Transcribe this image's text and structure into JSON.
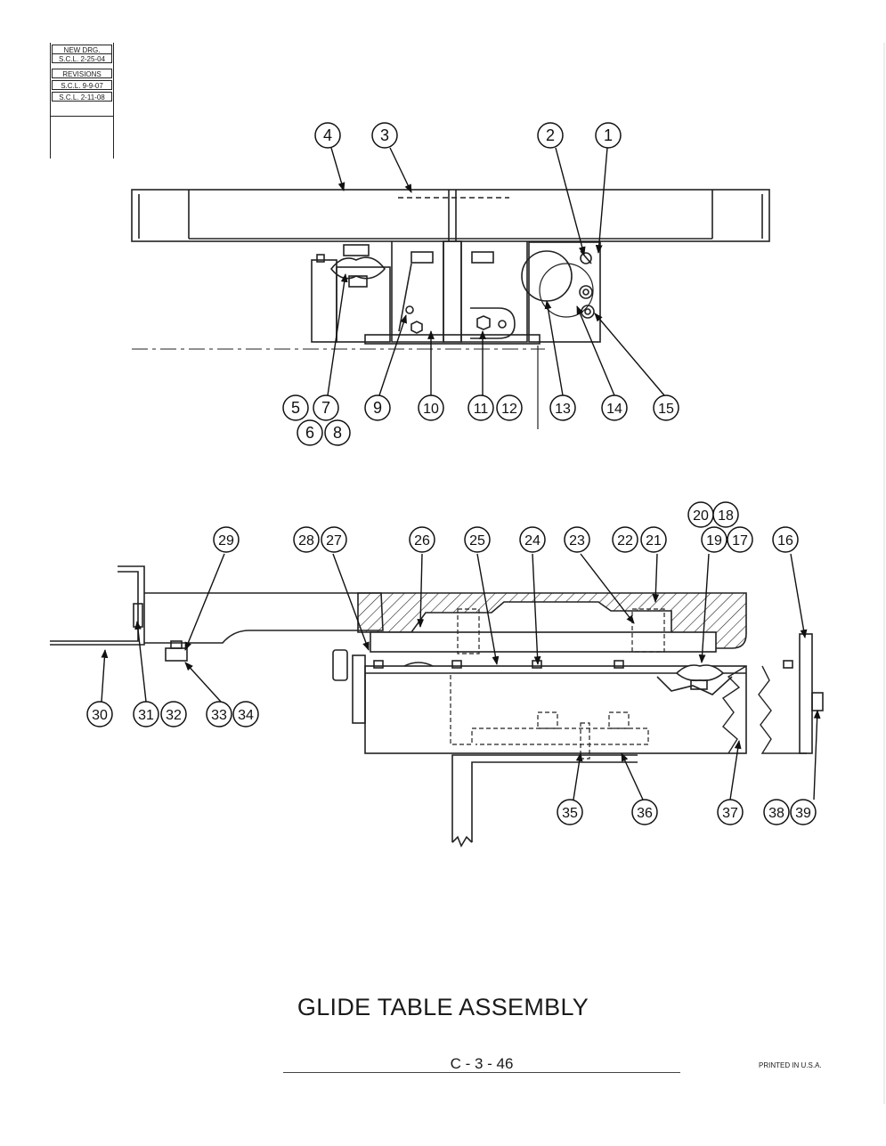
{
  "revisions": {
    "new_drg": "NEW DRG.",
    "new_drg_date": "S.C.L. 2-25-04",
    "header": "REVISIONS",
    "rev1": "S.C.L. 9-9-07",
    "rev2": "S.C.L. 2-11-08"
  },
  "top_view_callouts": [
    "4",
    "3",
    "2",
    "1",
    "5",
    "7",
    "6",
    "8",
    "9",
    "10",
    "11",
    "12",
    "13",
    "14",
    "15"
  ],
  "bottom_view_callouts": [
    "20",
    "18",
    "29",
    "28",
    "27",
    "26",
    "25",
    "24",
    "23",
    "22",
    "21",
    "19",
    "17",
    "16",
    "30",
    "31",
    "32",
    "33",
    "34",
    "35",
    "36",
    "37",
    "38",
    "39"
  ],
  "title": "GLIDE TABLE ASSEMBLY",
  "page_code": "C - 3 - 46",
  "printed": "PRINTED IN U.S.A."
}
